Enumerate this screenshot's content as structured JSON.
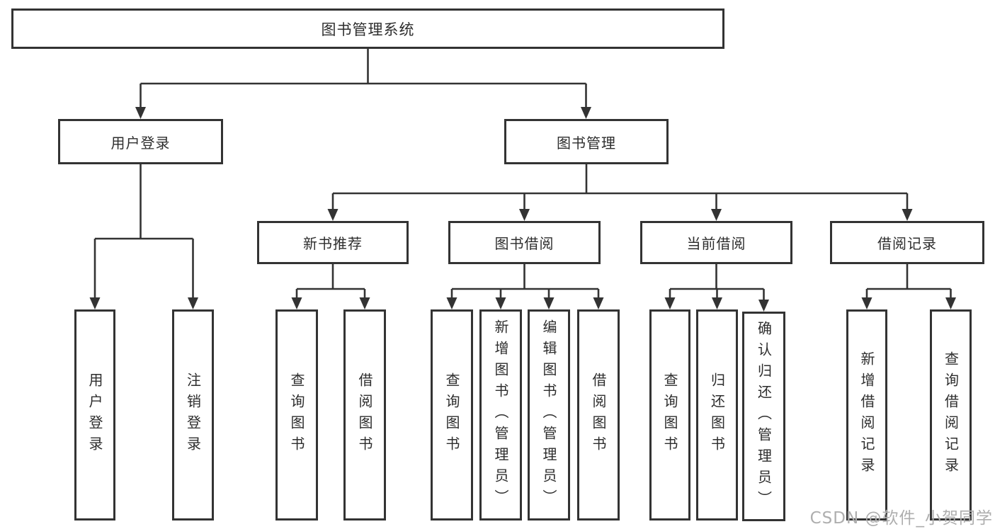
{
  "nodes": {
    "root": "图书管理系统",
    "user_login": "用户登录",
    "book_mgmt": "图书管理",
    "new_book_rec": "新书推荐",
    "book_borrow": "图书借阅",
    "current_borrow": "当前借阅",
    "borrow_record": "借阅记录",
    "u_user_login": "用户登录",
    "u_logout": "注销登录",
    "n_query_book": "查询图书",
    "n_borrow_book": "借阅图书",
    "b_query_book": "查询图书",
    "b_add_book": "新增图书（管理员）",
    "b_edit_book": "编辑图书（管理员）",
    "b_borrow_book": "借阅图书",
    "c_query_book": "查询图书",
    "c_return_book": "归还图书",
    "c_confirm_return": "确认归还（管理员）",
    "r_add_record": "新增借阅记录",
    "r_query_record": "查询借阅记录"
  },
  "edges": [
    [
      "root",
      "user_login"
    ],
    [
      "root",
      "book_mgmt"
    ],
    [
      "user_login",
      "u_user_login"
    ],
    [
      "user_login",
      "u_logout"
    ],
    [
      "book_mgmt",
      "new_book_rec"
    ],
    [
      "book_mgmt",
      "book_borrow"
    ],
    [
      "book_mgmt",
      "current_borrow"
    ],
    [
      "book_mgmt",
      "borrow_record"
    ],
    [
      "new_book_rec",
      "n_query_book"
    ],
    [
      "new_book_rec",
      "n_borrow_book"
    ],
    [
      "book_borrow",
      "b_query_book"
    ],
    [
      "book_borrow",
      "b_add_book"
    ],
    [
      "book_borrow",
      "b_edit_book"
    ],
    [
      "book_borrow",
      "b_borrow_book"
    ],
    [
      "current_borrow",
      "c_query_book"
    ],
    [
      "current_borrow",
      "c_return_book"
    ],
    [
      "current_borrow",
      "c_confirm_return"
    ],
    [
      "borrow_record",
      "r_add_record"
    ],
    [
      "borrow_record",
      "r_query_record"
    ]
  ],
  "colors": {
    "line": "#333333",
    "text": "#2d2d2d",
    "watermark": "#aeaeae",
    "background": "#ffffff"
  },
  "watermark": "CSDN @软件_小贺同学"
}
